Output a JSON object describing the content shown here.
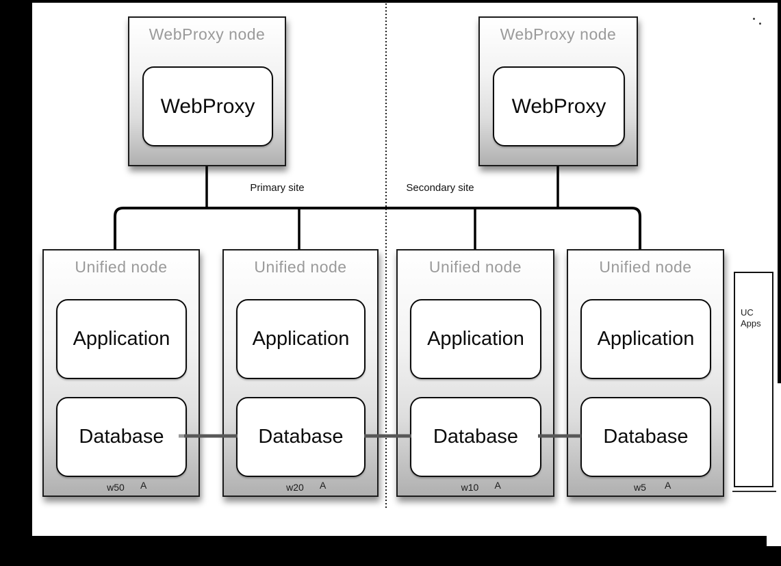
{
  "diagram": {
    "sites": [
      {
        "label": "Primary site"
      },
      {
        "label": "Secondary site"
      }
    ],
    "webproxy_nodes": [
      {
        "title": "WebProxy node",
        "component": "WebProxy"
      },
      {
        "title": "WebProxy node",
        "component": "WebProxy"
      }
    ],
    "unified_nodes": [
      {
        "title": "Unified node",
        "application_label": "Application",
        "database_label": "Database",
        "weight": "w50",
        "marker": "A"
      },
      {
        "title": "Unified node",
        "application_label": "Application",
        "database_label": "Database",
        "weight": "w20",
        "marker": "A"
      },
      {
        "title": "Unified node",
        "application_label": "Application",
        "database_label": "Database",
        "weight": "w10",
        "marker": "A"
      },
      {
        "title": "Unified node",
        "application_label": "Application",
        "database_label": "Database",
        "weight": "w5",
        "marker": "A"
      }
    ],
    "uc_apps_box": {
      "line1": "UC",
      "line2": "Apps"
    },
    "colors": {
      "node_title_gray": "#9a9a9a",
      "connector_black": "#000000",
      "database_link_gray": "#575757",
      "node_gradient_top": "#ffffff",
      "node_gradient_bottom": "#b0b0b0",
      "frame_black": "#000000"
    }
  }
}
